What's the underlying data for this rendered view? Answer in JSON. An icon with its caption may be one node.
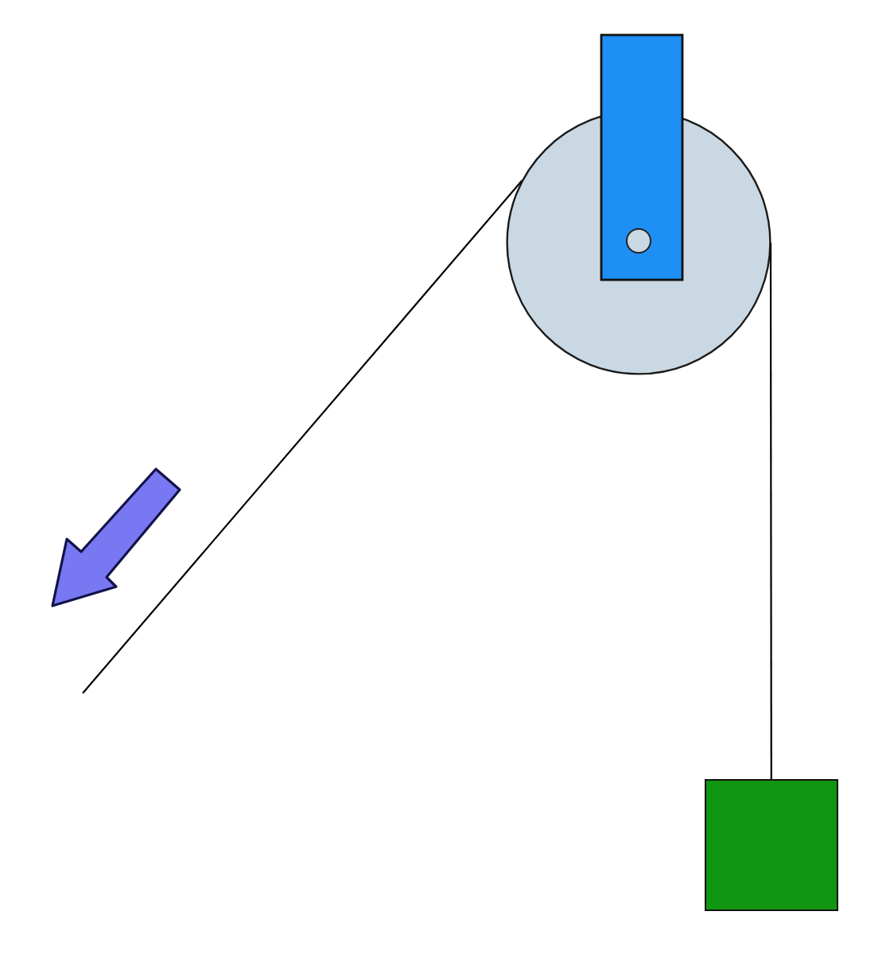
{
  "diagram": {
    "nodes": [
      {
        "text": [],
        "shape": "circle"
      },
      {
        "text": [],
        "shape": "box"
      }
    ],
    "edges": [
      {
        "from": null,
        "to": 0,
        "arrow": "none"
      },
      {
        "from": 0,
        "to": 1,
        "arrow": "none"
      }
    ]
  }
}
